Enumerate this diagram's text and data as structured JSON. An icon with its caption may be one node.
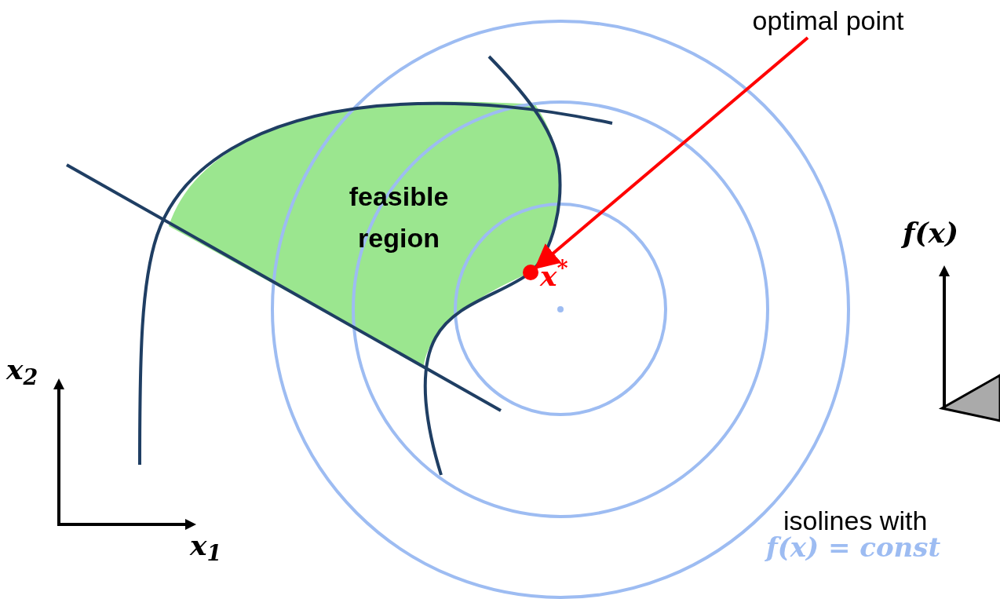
{
  "diagram": {
    "nodes": [
      {
        "text": [
          "optimal point"
        ]
      },
      {
        "text": [],
        "shape": "circle",
        "beside": [
          "x$^{*}$"
        ]
      }
    ],
    "edges": [
      {
        "from": 0,
        "to": 1,
        "arrow": "to",
        "color": "#ff0000"
      }
    ],
    "labels": [
      "feasible region",
      "x$_{2}$",
      "x$_{1}$",
      "f(x)",
      "isolines with",
      "f(x) = const"
    ]
  }
}
